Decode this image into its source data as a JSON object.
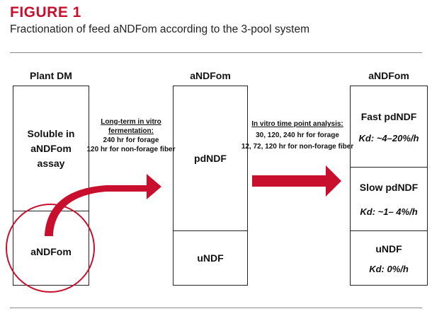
{
  "figure_label": "FIGURE 1",
  "figure_title": "Fractionation of feed aNDFom according to the 3-pool system",
  "columns": {
    "plant_dm": {
      "header": "Plant DM",
      "soluble": "Soluble in aNDFom assay",
      "andfom": "aNDFom"
    },
    "middle": {
      "header": "aNDFom",
      "pdndf": "pdNDF",
      "undf": "uNDF"
    },
    "right": {
      "header": "aNDFom",
      "fast": "Fast pdNDF",
      "fast_kd": "Kd: ~4–20%/h",
      "slow": "Slow pdNDF",
      "slow_kd": "Kd: ~1– 4%/h",
      "undf": "uNDF",
      "undf_kd": "Kd: 0%/h"
    }
  },
  "note_left": {
    "title_line1": "Long-term in vitro",
    "title_line2": "fermentation:",
    "line3": "240 hr for forage",
    "line4": "120 hr for non-forage fiber"
  },
  "note_right": {
    "title": "In vitro time point analysis:",
    "line2": "30, 120, 240 hr for forage",
    "line3": "12, 72, 120 hr for non-forage fiber"
  },
  "colors": {
    "accent": "#c8102e",
    "rule": "#8a8a8a",
    "box_border": "#222222"
  }
}
